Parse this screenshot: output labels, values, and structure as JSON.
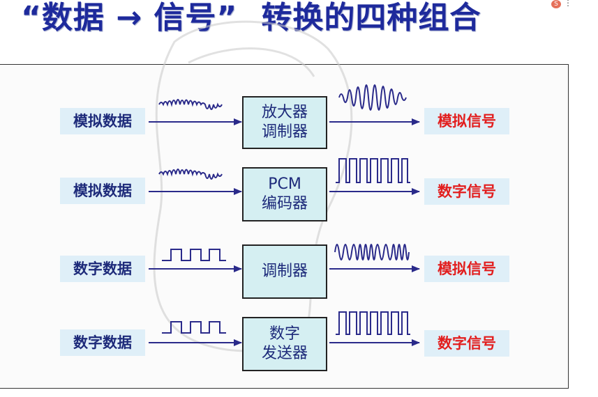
{
  "title": {
    "part1": "“数据 → 信号”",
    "part2": "转换的四种组合"
  },
  "corner_icon": "S",
  "corner_dots": "⋮",
  "rows": [
    {
      "input": "模拟数据",
      "box_lines": [
        "放大器",
        "调制器"
      ],
      "output": "模拟信号"
    },
    {
      "input": "模拟数据",
      "box_lines": [
        "PCM",
        "编码器"
      ],
      "output": "数字信号"
    },
    {
      "input": "数字数据",
      "box_lines": [
        "调制器"
      ],
      "output": "模拟信号"
    },
    {
      "input": "数字数据",
      "box_lines": [
        "数字",
        "发送器"
      ],
      "output": "数字信号"
    }
  ],
  "colors": {
    "title": "#1e2a9c",
    "arrow": "#2a2a8a",
    "box_fill": "#d5eff2",
    "label_fill": "#dfeff8",
    "input_text": "#1d2a7a",
    "output_text": "#e21e1e"
  }
}
